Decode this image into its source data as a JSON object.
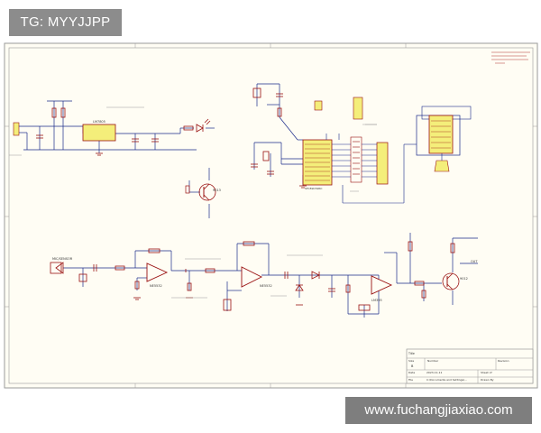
{
  "watermarks": {
    "top_left": "TG: MYYJJPP",
    "bottom_right": "www.fuchangjiaxiao.com"
  },
  "colors": {
    "paper": "#fffdf4",
    "border": "#9a9a9a",
    "wire": "#1a2a8a",
    "component": "#9a1212",
    "ic_fill": "#f4ee7a",
    "label": "#333333"
  },
  "schematic": {
    "regulator_label": "LM7805",
    "u1_label": "U1",
    "mcu_label": "STC89C52RC",
    "opamp_labels": [
      "NE5532",
      "NE5532",
      "LM393"
    ],
    "sensor_label": "MIC/SENSOR",
    "output_label": "OUT",
    "transistor_labels": [
      "9013",
      "9012"
    ],
    "title_block": {
      "title_label": "Title",
      "size_label": "Size",
      "size_value": "B",
      "number_label": "Number",
      "revision_label": "Revision",
      "date_label": "Date",
      "date_value": "2023-11-11",
      "sheet_label": "Sheet of",
      "file_label": "File",
      "file_value": "C:\\Documents and Settings\\...",
      "drawn_label": "Drawn By"
    }
  }
}
